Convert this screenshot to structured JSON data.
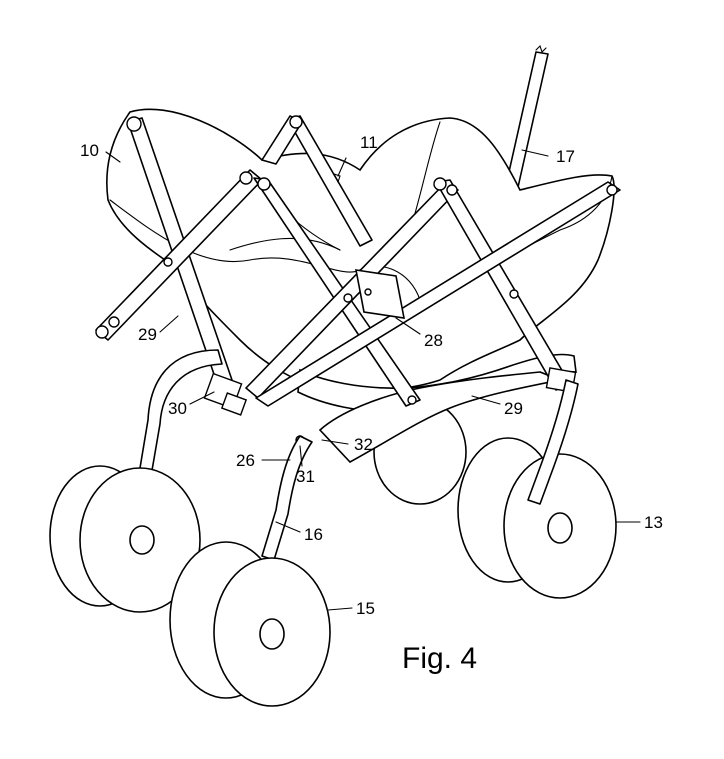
{
  "figure": {
    "caption": "Fig. 4",
    "reference_labels": {
      "r10": "10",
      "r11": "11",
      "r17": "17",
      "r28": "28",
      "r29a": "29",
      "r29b": "29",
      "r30": "30",
      "r26": "26",
      "r31": "31",
      "r32": "32",
      "r16": "16",
      "r13": "13",
      "r15": "15"
    }
  }
}
